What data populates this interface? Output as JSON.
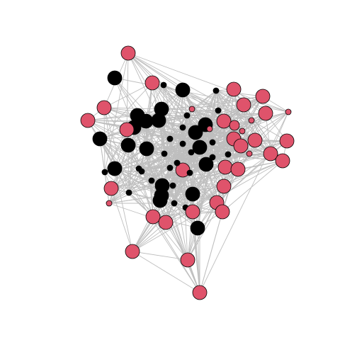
{
  "figure": {
    "background": "#ffffff",
    "edge_color": "#bebebe",
    "node_outline_color": "#000000",
    "group_colors": {
      "black": "#000000",
      "red": "#df536b"
    },
    "node_counts": {
      "total": 80,
      "black": 36,
      "red": 44
    }
  }
}
